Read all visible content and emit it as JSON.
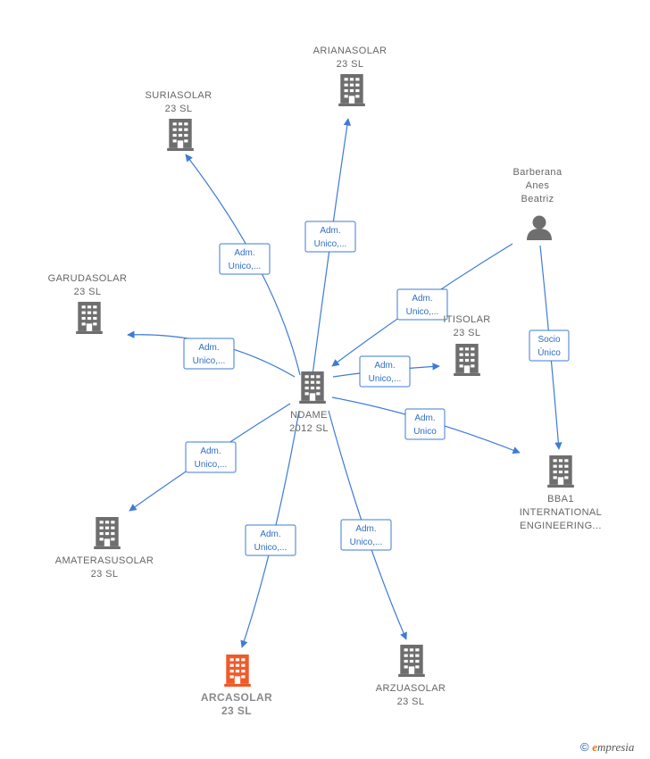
{
  "colors": {
    "edge": "#3d7bd6",
    "label_border": "#3d7bd6",
    "label_text": "#2f6ec4",
    "node": "#6e6e6e",
    "node_highlight": "#f05a28",
    "text": "#666666"
  },
  "nodes": [
    {
      "id": "center",
      "icon": "building-icon",
      "lines": [
        "NDAME",
        "2012  SL"
      ]
    },
    {
      "id": "ariana",
      "icon": "building-icon",
      "lines": [
        "ARIANASOLAR",
        "23  SL"
      ]
    },
    {
      "id": "suria",
      "icon": "building-icon",
      "lines": [
        "SURIASOLAR",
        "23  SL"
      ]
    },
    {
      "id": "garuda",
      "icon": "building-icon",
      "lines": [
        "GARUDASOLAR",
        "23  SL"
      ]
    },
    {
      "id": "amaterasu",
      "icon": "building-icon",
      "lines": [
        "AMATERASUSOLAR",
        "23  SL"
      ]
    },
    {
      "id": "arca",
      "icon": "building-icon",
      "highlight": true,
      "lines": [
        "ARCASOLAR",
        "23  SL"
      ]
    },
    {
      "id": "arzua",
      "icon": "building-icon",
      "lines": [
        "ARZUASOLAR",
        "23  SL"
      ]
    },
    {
      "id": "bba1",
      "icon": "building-icon",
      "lines": [
        "BBA1",
        "INTERNATIONAL",
        "ENGINEERING..."
      ]
    },
    {
      "id": "itisolar",
      "icon": "building-icon",
      "lines": [
        "ITISOLAR",
        "23  SL"
      ]
    },
    {
      "id": "barberana",
      "icon": "person-icon",
      "lines": [
        "Barberana",
        "Anes",
        "Beatriz"
      ]
    }
  ],
  "edges": [
    {
      "from": "center",
      "to": "ariana",
      "label": [
        "Adm.",
        "Unico,..."
      ]
    },
    {
      "from": "center",
      "to": "suria",
      "label": [
        "Adm.",
        "Unico,..."
      ]
    },
    {
      "from": "center",
      "to": "garuda",
      "label": [
        "Adm.",
        "Unico,..."
      ]
    },
    {
      "from": "center",
      "to": "amaterasu",
      "label": [
        "Adm.",
        "Unico,..."
      ]
    },
    {
      "from": "center",
      "to": "arca",
      "label": [
        "Adm.",
        "Unico,..."
      ]
    },
    {
      "from": "center",
      "to": "arzua",
      "label": [
        "Adm.",
        "Unico,..."
      ]
    },
    {
      "from": "center",
      "to": "bba1",
      "label": [
        "Adm.",
        "Unico"
      ]
    },
    {
      "from": "center",
      "to": "itisolar",
      "label": [
        "Adm.",
        "Unico,..."
      ]
    },
    {
      "from": "barberana",
      "to": "center",
      "label": [
        "Adm.",
        "Unico,..."
      ]
    },
    {
      "from": "barberana",
      "to": "bba1",
      "label": [
        "Socio",
        "Único"
      ]
    }
  ],
  "footer": {
    "copyright": "©",
    "brand_e": "e",
    "brand_rest": "mpresia"
  }
}
